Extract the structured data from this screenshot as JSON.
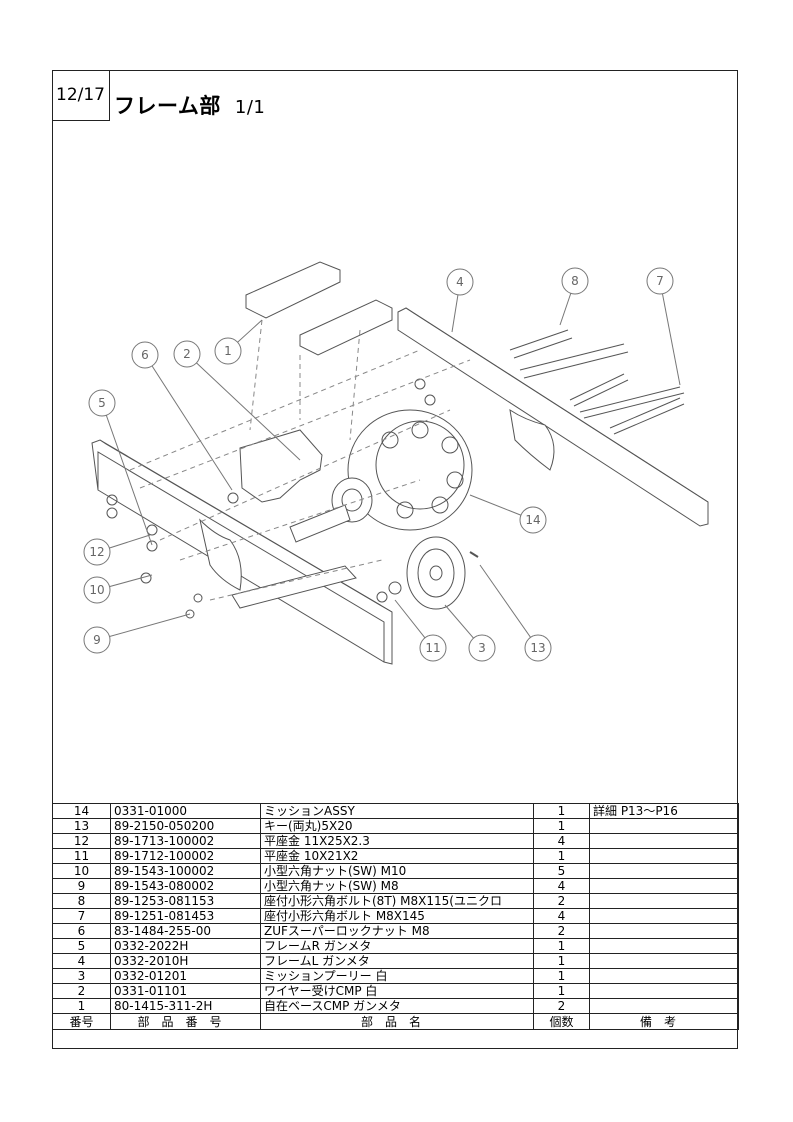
{
  "page_number": "12/17",
  "title": "フレーム部",
  "subtitle": "1/1",
  "callouts": [
    "1",
    "2",
    "3",
    "4",
    "5",
    "6",
    "7",
    "8",
    "9",
    "10",
    "11",
    "12",
    "13",
    "14"
  ],
  "table": {
    "headers": {
      "no": "番号",
      "part_no": "部品番号",
      "name": "部品名",
      "qty": "個数",
      "remarks": "備考"
    },
    "rows": [
      {
        "no": "14",
        "part_no": "0331-01000",
        "name": "ミッションASSY",
        "qty": "1",
        "remarks": "詳細 P13〜P16"
      },
      {
        "no": "13",
        "part_no": "89-2150-050200",
        "name": "キー(両丸)5X20",
        "qty": "1",
        "remarks": ""
      },
      {
        "no": "12",
        "part_no": "89-1713-100002",
        "name": "平座金 11X25X2.3",
        "qty": "4",
        "remarks": ""
      },
      {
        "no": "11",
        "part_no": "89-1712-100002",
        "name": "平座金 10X21X2",
        "qty": "1",
        "remarks": ""
      },
      {
        "no": "10",
        "part_no": "89-1543-100002",
        "name": "小型六角ナット(SW) M10",
        "qty": "5",
        "remarks": ""
      },
      {
        "no": "9",
        "part_no": "89-1543-080002",
        "name": "小型六角ナット(SW) M8",
        "qty": "4",
        "remarks": ""
      },
      {
        "no": "8",
        "part_no": "89-1253-081153",
        "name": "座付小形六角ボルト(8T) M8X115(ユニクロ",
        "qty": "2",
        "remarks": ""
      },
      {
        "no": "7",
        "part_no": "89-1251-081453",
        "name": "座付小形六角ボルト M8X145",
        "qty": "4",
        "remarks": ""
      },
      {
        "no": "6",
        "part_no": "83-1484-255-00",
        "name": "ZUFスーパーロックナット M8",
        "qty": "2",
        "remarks": ""
      },
      {
        "no": "5",
        "part_no": "0332-2022H",
        "name": "フレームR ガンメタ",
        "qty": "1",
        "remarks": ""
      },
      {
        "no": "4",
        "part_no": "0332-2010H",
        "name": "フレームL ガンメタ",
        "qty": "1",
        "remarks": ""
      },
      {
        "no": "3",
        "part_no": "0332-01201",
        "name": "ミッションプーリー 白",
        "qty": "1",
        "remarks": ""
      },
      {
        "no": "2",
        "part_no": "0331-01101",
        "name": "ワイヤー受けCMP 白",
        "qty": "1",
        "remarks": ""
      },
      {
        "no": "1",
        "part_no": "80-1415-311-2H",
        "name": "自在ベースCMP ガンメタ",
        "qty": "2",
        "remarks": ""
      }
    ]
  }
}
